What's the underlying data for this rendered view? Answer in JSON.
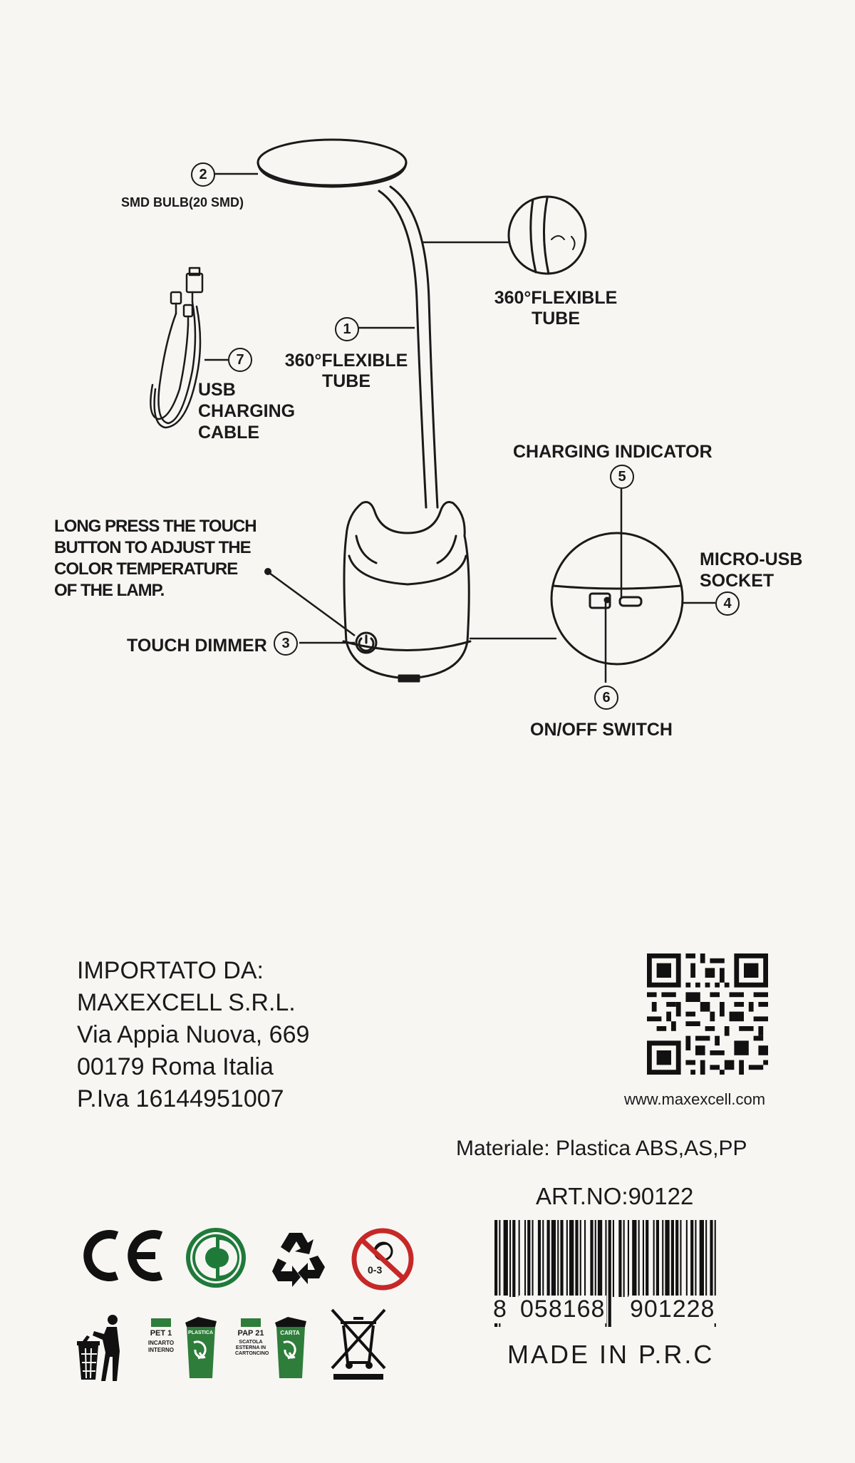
{
  "diagram": {
    "labels": {
      "smd_bulb": "SMD BULB(20 SMD)",
      "flexible_tube_detail": [
        "360°FLEXIBLE",
        "TUBE"
      ],
      "flexible_tube": [
        "360°FLEXIBLE",
        "TUBE"
      ],
      "usb_cable": [
        "USB",
        "CHARGING",
        "CABLE"
      ],
      "charging_indicator": "CHARGING INDICATOR",
      "micro_usb": [
        "MICRO-USB",
        "SOCKET"
      ],
      "long_press": [
        "LONG PRESS THE TOUCH",
        "BUTTON TO ADJUST THE",
        "COLOR TEMPERATURE",
        "OF THE LAMP."
      ],
      "touch_dimmer": "TOUCH DIMMER",
      "on_off": "ON/OFF SWITCH"
    },
    "numbers": {
      "n1": "1",
      "n2": "2",
      "n3": "3",
      "n4": "4",
      "n5": "5",
      "n6": "6",
      "n7": "7"
    }
  },
  "importer": {
    "lines": [
      "IMPORTATO DA:",
      "MAXEXCELL S.R.L.",
      "Via Appia Nuova, 669",
      "00179 Roma Italia",
      "P.Iva 16144951007"
    ]
  },
  "website": "www.maxexcell.com",
  "material": "Materiale: Plastica ABS,AS,PP",
  "art_no": "ART.NO:90122",
  "barcode": {
    "d1": "8",
    "d2": "058168",
    "d3": "901228"
  },
  "made_in": "MADE IN P.R.C",
  "symbols": {
    "ce": "CE",
    "age": "0-3",
    "pet_code": "PET 1",
    "pet_sub": "INCARTO INTERNO",
    "plastica": "PLASTICA",
    "pap_code": "PAP 21",
    "pap_sub": "SCATOLA ESTERNA IN CARTONCINO",
    "carta": "CARTA"
  },
  "icons": [
    "ce-mark-icon",
    "green-dot-icon",
    "recycle-icon",
    "age-warning-icon",
    "tidyman-icon",
    "plastic-bin-icon",
    "paper-bin-icon",
    "crossed-bin-icon",
    "qr-code-icon"
  ]
}
